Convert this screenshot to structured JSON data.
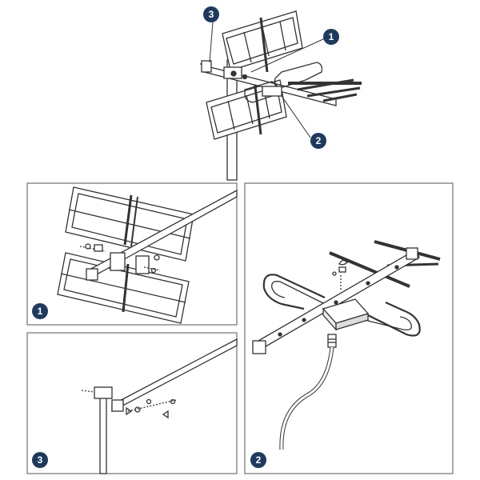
{
  "callouts": {
    "one": "1",
    "two": "2",
    "three": "3"
  },
  "colors": {
    "line": "#333333",
    "panel_border": "#555555",
    "badge_fill": "#1e3a5f",
    "badge_text": "#ffffff"
  }
}
